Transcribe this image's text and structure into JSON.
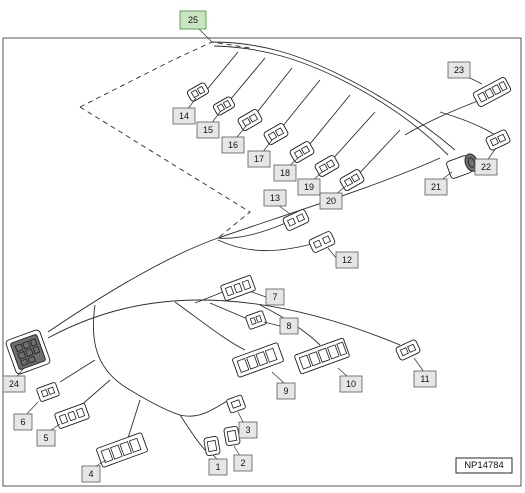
{
  "diagram": {
    "reference_code": "NP14784",
    "callouts": [
      {
        "id": "1",
        "label": "1"
      },
      {
        "id": "2",
        "label": "2"
      },
      {
        "id": "3",
        "label": "3"
      },
      {
        "id": "4",
        "label": "4"
      },
      {
        "id": "5",
        "label": "5"
      },
      {
        "id": "6",
        "label": "6"
      },
      {
        "id": "7",
        "label": "7"
      },
      {
        "id": "8",
        "label": "8"
      },
      {
        "id": "9",
        "label": "9"
      },
      {
        "id": "10",
        "label": "10"
      },
      {
        "id": "11",
        "label": "11"
      },
      {
        "id": "12",
        "label": "12"
      },
      {
        "id": "13",
        "label": "13"
      },
      {
        "id": "14",
        "label": "14"
      },
      {
        "id": "15",
        "label": "15"
      },
      {
        "id": "16",
        "label": "16"
      },
      {
        "id": "17",
        "label": "17"
      },
      {
        "id": "18",
        "label": "18"
      },
      {
        "id": "19",
        "label": "19"
      },
      {
        "id": "20",
        "label": "20"
      },
      {
        "id": "21",
        "label": "21"
      },
      {
        "id": "22",
        "label": "22"
      },
      {
        "id": "23",
        "label": "23"
      },
      {
        "id": "24",
        "label": "24"
      },
      {
        "id": "25",
        "label": "25",
        "highlighted": true
      }
    ],
    "colors": {
      "highlight_fill": "#c8e6c0",
      "callout_fill": "#e6e6e6",
      "line": "#2b2b2b"
    }
  }
}
